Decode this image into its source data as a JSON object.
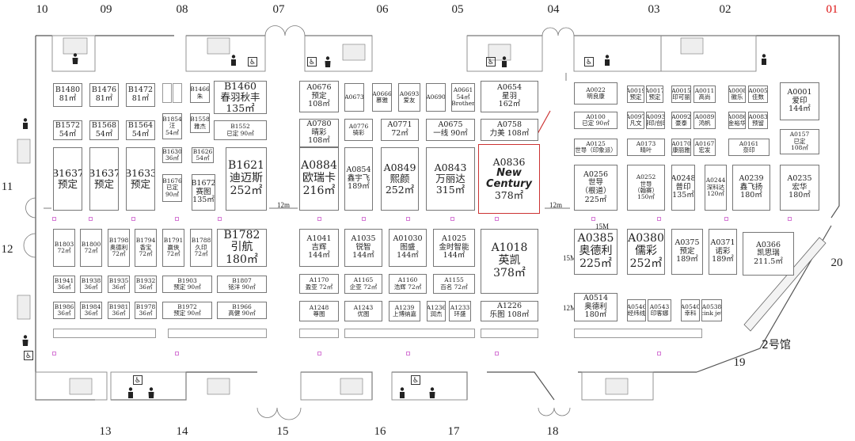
{
  "gates_top": [
    "10",
    "09",
    "08",
    "07",
    "06",
    "05",
    "04",
    "03",
    "02",
    "01"
  ],
  "gates_bottom": [
    "13",
    "14",
    "15",
    "16",
    "17",
    "18",
    "19"
  ],
  "gates_side": [
    "11",
    "12",
    "20"
  ],
  "hall_label": "2号馆",
  "dims": {
    "d12m_a": "12m",
    "d12m_b": "12m",
    "d15m_a": "15M",
    "d15m_b": "15M",
    "d12m_c": "12M"
  },
  "booths": {
    "B1480": [
      "B1480",
      "81㎡"
    ],
    "B1476": [
      "B1476",
      "81㎡"
    ],
    "B1472": [
      "B1472",
      "81㎡"
    ],
    "B1466": [
      "B1466",
      "朱"
    ],
    "B1460": [
      "B1460",
      "春羽秋丰",
      "135㎡"
    ],
    "B1572": [
      "B1572",
      "54㎡"
    ],
    "B1568": [
      "B1568",
      "54㎡"
    ],
    "B1564": [
      "B1564",
      "54㎡"
    ],
    "B1854": [
      "B1854",
      "汪",
      "54㎡"
    ],
    "B1558": [
      "B1558",
      "雅杰"
    ],
    "B1552": [
      "B1552",
      "已定 90㎡"
    ],
    "B1637": [
      "B1637",
      "预定"
    ],
    "B1637b": [
      "B1637",
      "预定"
    ],
    "B1633": [
      "B1633",
      "预定"
    ],
    "B1630": [
      "B1630",
      "36㎡"
    ],
    "B1626": [
      "B1626",
      "54㎡"
    ],
    "B1676": [
      "B1676",
      "已定",
      "90㎡"
    ],
    "B1672": [
      "B1672",
      "赛图",
      "135㎡"
    ],
    "B1621": [
      "B1621",
      "迪迈斯",
      "252㎡"
    ],
    "B1803": [
      "B1803",
      "72㎡"
    ],
    "B1800": [
      "B1800",
      "72㎡"
    ],
    "B1798": [
      "B1798",
      "奥德利",
      "72㎡"
    ],
    "B1794": [
      "B1794",
      "香宝",
      "72㎡"
    ],
    "B1791": [
      "B1791",
      "赢俠",
      "72㎡"
    ],
    "B1788": [
      "B1788",
      "久印",
      "72㎡"
    ],
    "B1782": [
      "B1782",
      "引航",
      "180㎡"
    ],
    "B1941": [
      "B1941",
      "36㎡"
    ],
    "B1938": [
      "B1938",
      "36㎡"
    ],
    "B1935": [
      "B1935",
      "36㎡"
    ],
    "B1932": [
      "B1932",
      "36㎡"
    ],
    "B1986": [
      "B1986",
      "36㎡"
    ],
    "B1984": [
      "B1984",
      "36㎡"
    ],
    "B1981": [
      "B1981",
      "36㎡"
    ],
    "B1978": [
      "B1978",
      "36㎡"
    ],
    "B1903": [
      "B1903",
      "预定 90㎡"
    ],
    "B1807": [
      "B1807",
      "铭洋 90㎡"
    ],
    "B1972": [
      "B1972",
      "预定 90㎡"
    ],
    "B1966": [
      "B1966",
      "高健 90㎡"
    ],
    "A0676": [
      "A0676",
      "预定",
      "108㎡"
    ],
    "A0673": [
      "A0673"
    ],
    "A0666": [
      "A0666",
      "慕雅"
    ],
    "A0693": [
      "A0693",
      "爱友"
    ],
    "A0690": [
      "A0690"
    ],
    "A0661": [
      "A0661",
      "54㎡",
      "Brother"
    ],
    "A0654": [
      "A0654",
      "星羽",
      "162㎡"
    ],
    "A0780": [
      "A0780",
      "晴彩",
      "108㎡"
    ],
    "A0776": [
      "A0776",
      "骑彩"
    ],
    "A0771": [
      "A0771",
      "72㎡"
    ],
    "A0675": [
      "A0675",
      "一线 90㎡"
    ],
    "A0758": [
      "A0758",
      "力美 108㎡"
    ],
    "A0884": [
      "A0884",
      "欧瑞卡",
      "216㎡"
    ],
    "A0854": [
      "A0854",
      "鑫宇飞",
      "189㎡"
    ],
    "A0849": [
      "A0849",
      "熙颜",
      "252㎡"
    ],
    "A0843": [
      "A0843",
      "万丽达",
      "315㎡"
    ],
    "A0836": [
      "A0836",
      "New",
      "Century",
      "378㎡"
    ],
    "A1041": [
      "A1041",
      "吉辉",
      "144㎡"
    ],
    "A1035": [
      "A1035",
      "锐智",
      "144㎡"
    ],
    "A01030": [
      "A01030",
      "图盛",
      "144㎡"
    ],
    "A1025": [
      "A1025",
      "金时智能",
      "144㎡"
    ],
    "A1018": [
      "A1018",
      "英凯",
      "378㎡"
    ],
    "A1170": [
      "A1170",
      "盈亚 72㎡"
    ],
    "A1165": [
      "A1165",
      "企亚 72㎡"
    ],
    "A1160": [
      "A1160",
      "浩辉 72㎡"
    ],
    "A1155": [
      "A1155",
      "百名 72㎡"
    ],
    "A1226": [
      "A1226",
      "乐图 108㎡"
    ],
    "A1248": [
      "A1248",
      "尊图"
    ],
    "A1243": [
      "A1243",
      "优图"
    ],
    "A1239": [
      "A1239",
      "上博纳嘉"
    ],
    "A1236": [
      "A1236",
      "润杰"
    ],
    "A1233": [
      "A1233",
      "环盛"
    ],
    "A0022": [
      "A0022",
      "明良康"
    ],
    "A0019": [
      "A0019",
      "预定"
    ],
    "A0017": [
      "A0017",
      "预定"
    ],
    "A0015": [
      "A0015",
      "印可丽"
    ],
    "A0011": [
      "A0011",
      "高尚"
    ],
    "A0008": [
      "A0008",
      "徽乐"
    ],
    "A0005": [
      "A0005",
      "佳数"
    ],
    "A0001": [
      "A0001",
      "爱印",
      "144㎡"
    ],
    "A0100": [
      "A0100",
      "已定 90㎡"
    ],
    "A0097": [
      "A0097",
      "凡文"
    ],
    "A0093": [
      "A0093",
      "博印/创印"
    ],
    "A0092": [
      "A0092",
      "豪泰"
    ],
    "A0089": [
      "A0089",
      "鸿帆"
    ],
    "A0086": [
      "A0086",
      "金裕华"
    ],
    "A0083": [
      "A0083",
      "预留"
    ],
    "A0157": [
      "A0157",
      "已定",
      "108㎡"
    ],
    "A0125": [
      "A0125",
      "世导（印象派）"
    ],
    "A0173": [
      "A0173",
      "晴叶"
    ],
    "A0170": [
      "A0170",
      "康丽雅"
    ],
    "A0167": [
      "A0167",
      "宏发"
    ],
    "A0161": [
      "A0161",
      "奈印"
    ],
    "A0256": [
      "A0256",
      "世导",
      "（根道）",
      "225㎡"
    ],
    "A0252": [
      "A0252",
      "世导",
      "（翰赛）",
      "150㎡"
    ],
    "A0248": [
      "A0248",
      "普印",
      "135㎡"
    ],
    "A0244": [
      "A0244",
      "深科达",
      "120㎡"
    ],
    "A0239": [
      "A0239",
      "鑫飞扬",
      "180㎡"
    ],
    "A0235": [
      "A0235",
      "宏华",
      "180㎡"
    ],
    "A0385": [
      "A0385",
      "奥德利",
      "225㎡"
    ],
    "A0380": [
      "A0380",
      "儒彩",
      "252㎡"
    ],
    "A0375": [
      "A0375",
      "预定",
      "189㎡"
    ],
    "A0371": [
      "A0371",
      "诺彩",
      "189㎡"
    ],
    "A0366": [
      "A0366",
      "凯思瑞",
      "211.5㎡"
    ],
    "A0514": [
      "A0514",
      "奥德利",
      "180㎡"
    ],
    "A0546": [
      "A0546",
      "经纬线"
    ],
    "A0543": [
      "A0543",
      "印客娜"
    ],
    "A0540": [
      "A0540",
      "幸科"
    ],
    "A0538": [
      "A0538",
      "cink jet"
    ]
  },
  "colors": {
    "highlight": "#c33",
    "gate_red": "#d11",
    "pin": "#d57ad5"
  }
}
